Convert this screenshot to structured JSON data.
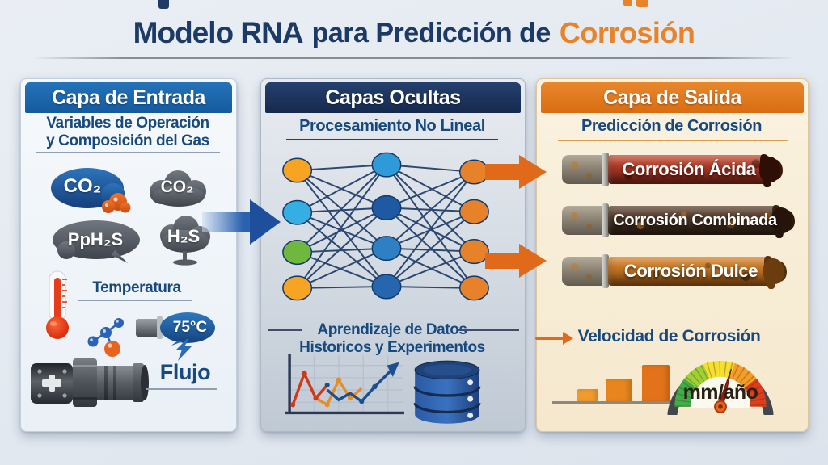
{
  "title": {
    "model": "Modelo RNA",
    "middle": "para Predicción de",
    "accent": "Corrosión"
  },
  "input_panel": {
    "header": "Capa de Entrada",
    "subtitle_line1": "Variables de Operación",
    "subtitle_line2": "y Composición del Gas",
    "gases": {
      "co2_bubble": "CO₂",
      "co2_cloud": "CO₂",
      "pph2s": "PpH₂S",
      "h2s": "H₂S"
    },
    "temperature_label": "Temperatura",
    "temperature_value": "75°C",
    "flow_label": "Flujo"
  },
  "hidden_panel": {
    "header": "Capas Ocultas",
    "subtitle": "Procesamiento No Lineal",
    "learning_line1": "Aprendizaje de Datos",
    "learning_line2": "Historicos y Experimentos"
  },
  "output_panel": {
    "header": "Capa de Salida",
    "subtitle": "Predicción de Corrosión",
    "predictions": [
      "Corrosión Ácida",
      "Corrosión Combinada",
      "Corrosión Dulce"
    ],
    "rate_label": "Velocidad de Corrosión",
    "rate_unit": "mm/año"
  },
  "colors": {
    "header_input_blue": "#1b6ab0",
    "header_hidden_navy": "#1d3660",
    "header_output_orange": "#e0761a",
    "heading_text_blue": "#17497e",
    "title_accent_orange": "#e8832a",
    "nn_l1": [
      "#f7a423",
      "#35aee4",
      "#6fb83d",
      "#f7a423"
    ],
    "nn_l2": [
      "#2e9ad8",
      "#1d5aa2",
      "#2f7fc4",
      "#2566ae"
    ],
    "nn_l3": [
      "#e8822a",
      "#e8822a",
      "#e8822a",
      "#e8822a"
    ],
    "gauge": [
      "#3fae46",
      "#9fd034",
      "#f5df30",
      "#f59d27",
      "#e23c1b"
    ],
    "bars": [
      "#f29b2d",
      "#e8851e",
      "#e2731a"
    ]
  },
  "icons": {
    "co2-bubble-icon": "blue-gas-blob",
    "co2-cloud-icon": "gray-cloud",
    "pph2s-cloud-icon": "gray-blob",
    "h2s-cloud-icon": "gray-cloud-with-stem",
    "thermometer-icon": "red-thermometer",
    "molecule-icon": "blue-orange-spheres",
    "temperature-bubble-icon": "blue-ellipse-on-pipe",
    "lightning-icon": "blue-bolt",
    "flow-pipe-icon": "metal-pipe-fitting",
    "neural-network-icon": "three-layer-graph",
    "line-chart-icon": "grid-with-zigzag-arrow",
    "database-icon": "stacked-blue-cylinders",
    "corroded-pipe-icon": "rusty-pipe",
    "arrow-icon": "solid-right-arrow",
    "bar-chart-icon": "three-orange-bars",
    "gauge-icon": "semicircular-speedometer"
  }
}
